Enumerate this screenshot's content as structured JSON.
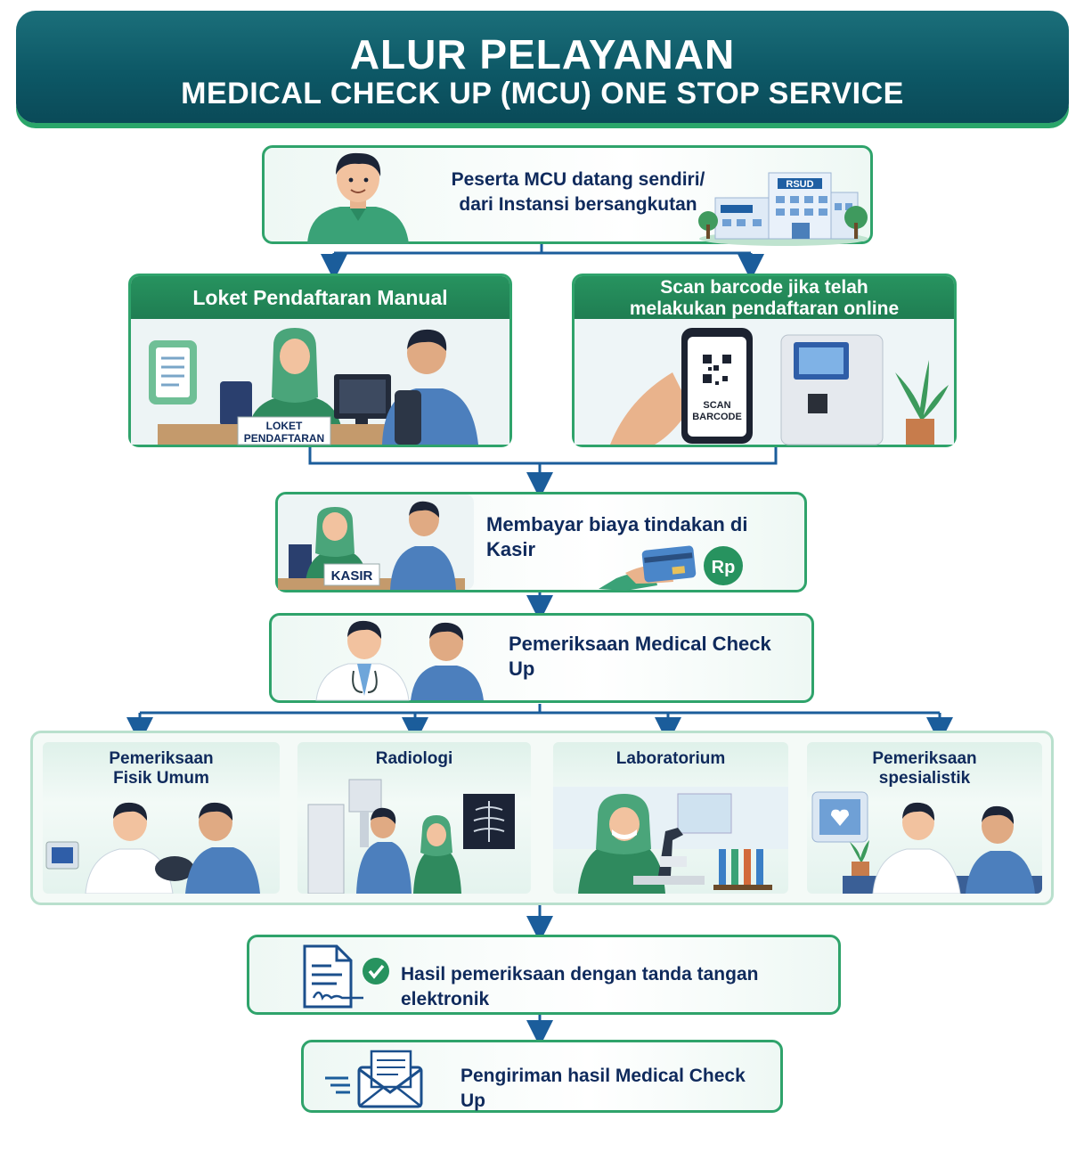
{
  "header": {
    "line1": "ALUR PELAYANAN",
    "line2": "MEDICAL CHECK UP (MCU) ONE STOP SERVICE"
  },
  "step1": {
    "text_line1": "Peserta MCU datang sendiri/",
    "text_line2": "dari Instansi bersangkutan",
    "building_sign": "RSUD"
  },
  "step2_left": {
    "title": "Loket Pendaftaran Manual",
    "desk_sign_line1": "LOKET",
    "desk_sign_line2": "PENDAFTARAN"
  },
  "step2_right": {
    "title_line1": "Scan barcode jika telah",
    "title_line2": "melakukan pendaftaran online",
    "phone_line1": "SCAN",
    "phone_line2": "BARCODE"
  },
  "step3": {
    "text": "Membayar biaya tindakan di Kasir",
    "desk_sign": "KASIR",
    "coin_label": "Rp"
  },
  "step4": {
    "text": "Pemeriksaan Medical Check Up"
  },
  "exams": [
    {
      "line1": "Pemeriksaan",
      "line2": "Fisik Umum"
    },
    {
      "line1": "Radiologi",
      "line2": ""
    },
    {
      "line1": "Laboratorium",
      "line2": ""
    },
    {
      "line1": "Pemeriksaan",
      "line2": "spesialistik"
    }
  ],
  "step5": {
    "text": "Hasil pemeriksaan dengan tanda tangan elektronik"
  },
  "step6": {
    "text": "Pengiriman hasil Medical Check Up"
  },
  "colors": {
    "header_teal": "#0d5866",
    "accent_green": "#2fa36b",
    "text_navy": "#0f2a5c",
    "arrow_blue": "#1b5d9b"
  }
}
